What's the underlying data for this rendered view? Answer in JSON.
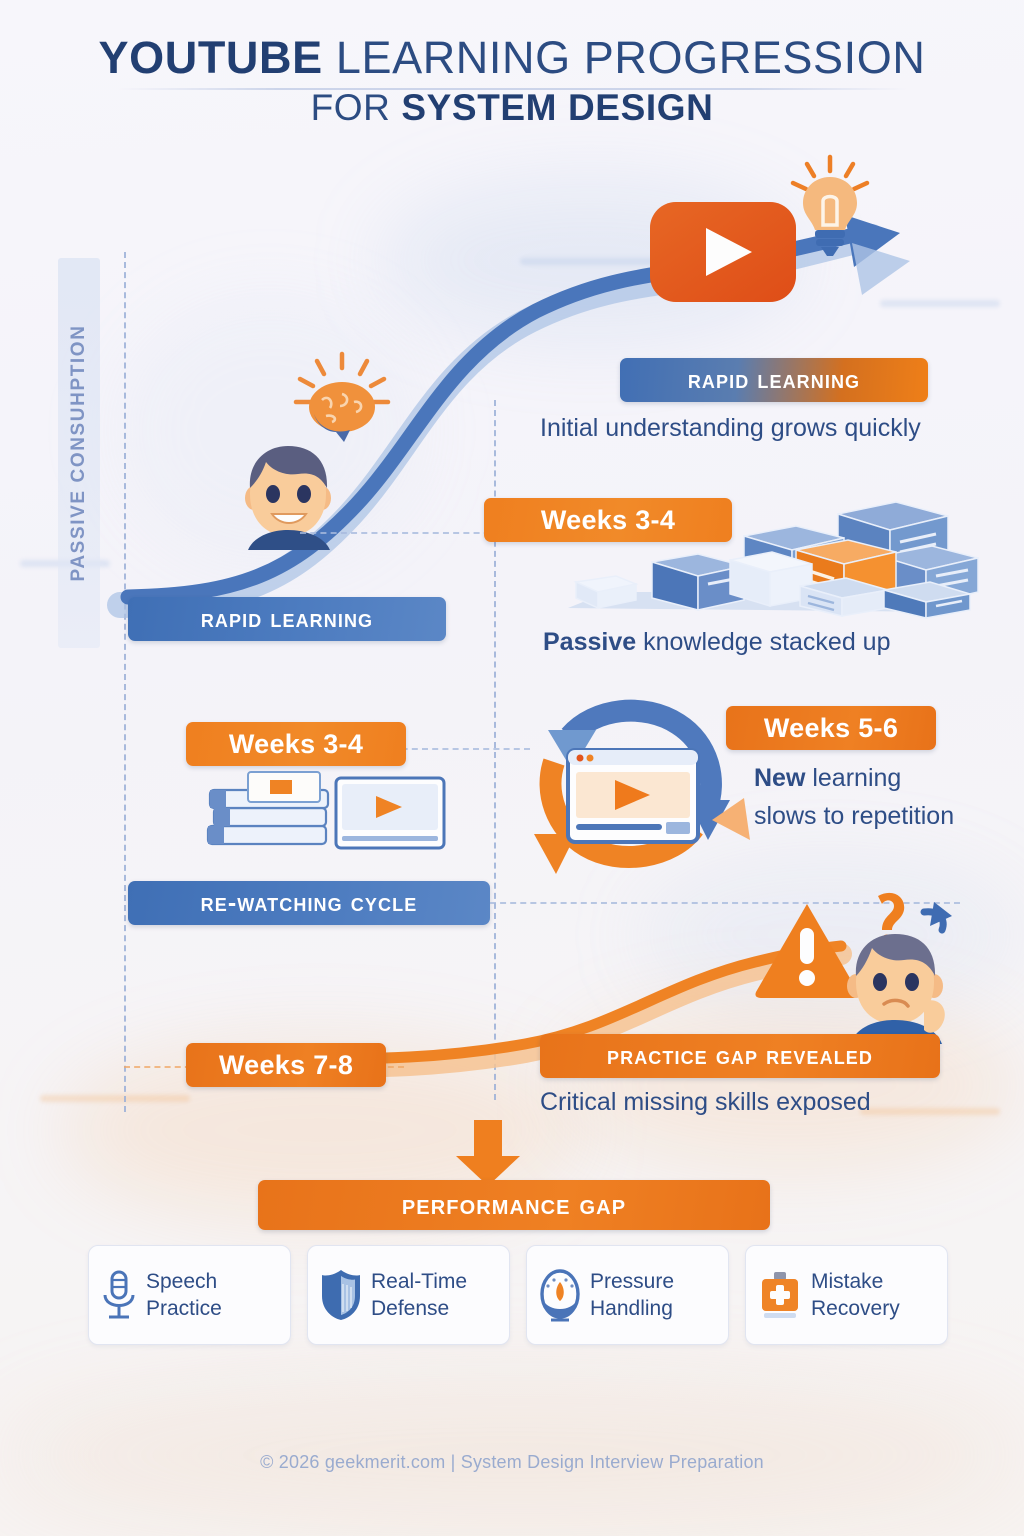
{
  "title": {
    "line1_strong": "YOUTUBE",
    "line1_rest": "LEARNING PROGRESSION",
    "line2_pre": "FOR",
    "line2_strong": "SYSTEM DESIGN"
  },
  "axis": {
    "y_label": "PASSIVE CONSUHPTION"
  },
  "stages": [
    {
      "id": "rapid-learning-right",
      "badge": "Rapid Learning",
      "caption": "Initial understanding grows quickly",
      "badge_style": "blue-to-orange gradient"
    },
    {
      "id": "rapid-learning-left",
      "badge": "Rapid Learning",
      "week": "Weeks 3-4",
      "badge_style": "blue"
    },
    {
      "id": "passive-stack",
      "week": "Weeks 3-4",
      "caption_bold": "Passive",
      "caption_rest": " knowledge stacked up"
    },
    {
      "id": "rewatch-cycle",
      "badge": "Re-Watching Cycle",
      "week_left": "Weeks 3-4",
      "week_right": "Weeks 5-6",
      "caption_bold": "New",
      "caption_rest": " learning",
      "caption_line2": "slows to repetition"
    },
    {
      "id": "practice-gap",
      "week": "Weeks 7-8",
      "badge": "Practice Gap Revealed",
      "caption": "Critical missing skills exposed"
    }
  ],
  "performance_gap": {
    "banner": "Performance Gap"
  },
  "cards": [
    {
      "icon": "microphone-icon",
      "line1": "Speech",
      "line2": "Practice",
      "color": "#4a74b8"
    },
    {
      "icon": "shield-icon",
      "line1": "Real-Time",
      "line2": "Defense",
      "color": "#3e6cb0"
    },
    {
      "icon": "gauge-icon",
      "line1": "Pressure",
      "line2": "Handling",
      "color": "#4a74b8"
    },
    {
      "icon": "first-aid-icon",
      "line1": "Mistake",
      "line2": "Recovery",
      "color": "#ec7a1e"
    }
  ],
  "illustrations": [
    {
      "name": "youtube-play-icon",
      "desc": "orange YouTube play button"
    },
    {
      "name": "lightbulb-icon",
      "desc": "glowing lightbulb with rays"
    },
    {
      "name": "growth-arrow-icon",
      "desc": "blue rising arrow curve"
    },
    {
      "name": "happy-learner-avatar",
      "desc": "smiling character"
    },
    {
      "name": "brain-icon",
      "desc": "orange glowing brain"
    },
    {
      "name": "stacked-boxes-icon",
      "desc": "blue boxes with one orange box"
    },
    {
      "name": "video-player-icon",
      "desc": "browser window with play button"
    },
    {
      "name": "refresh-cycle-icon",
      "desc": "circular blue and orange arrows"
    },
    {
      "name": "warning-triangle-icon",
      "desc": "orange exclamation triangle"
    },
    {
      "name": "confused-learner-avatar",
      "desc": "puzzled character with question mark"
    },
    {
      "name": "down-arrow-icon",
      "desc": "orange downward arrow"
    }
  ],
  "colors": {
    "brand_orange": "#ef7f1f",
    "deep_orange": "#e2641a",
    "brand_blue": "#3f6fb5",
    "navy_text": "#2c4c82",
    "muted_blue": "#7f94c4",
    "background": "#f6f5fa"
  },
  "footer": {
    "text": "© 2026 geekmerit.com | System Design Interview Preparation"
  }
}
